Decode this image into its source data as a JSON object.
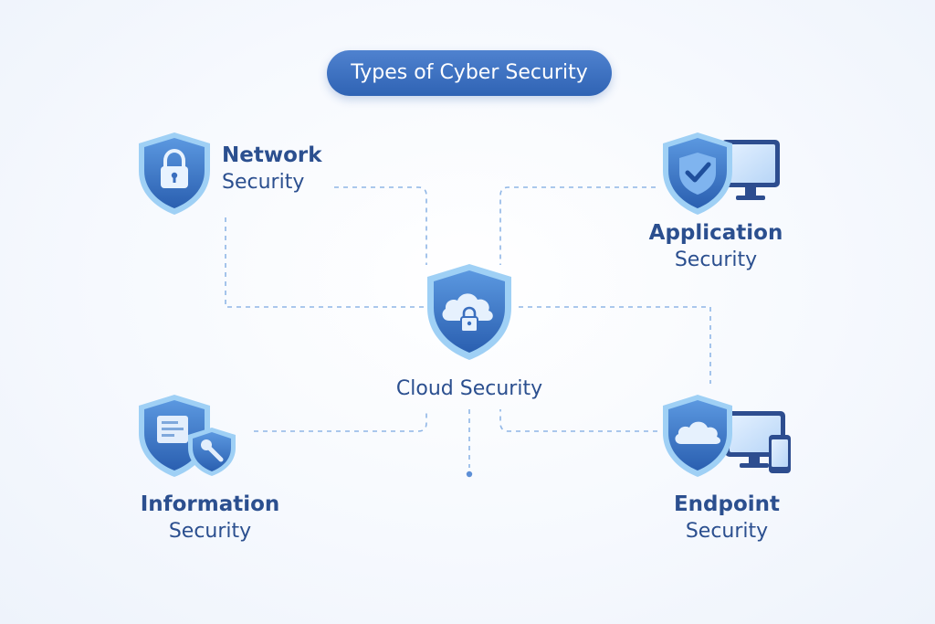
{
  "title": "Types of Cyber Security",
  "nodes": {
    "network": {
      "line1": "Network",
      "line2": "Security",
      "icon": "lock-shield-icon"
    },
    "application": {
      "line1": "Application",
      "line2": "Security",
      "icon": "check-shield-monitor-icon"
    },
    "cloud": {
      "label": "Cloud Security",
      "icon": "cloud-lock-shield-icon"
    },
    "information": {
      "line1": "Information",
      "line2": "Security",
      "icon": "document-shield-icon"
    },
    "endpoint": {
      "line1": "Endpoint",
      "line2": "Security",
      "icon": "cloud-shield-devices-icon"
    }
  },
  "colors": {
    "shield_dark": "#2f63b4",
    "shield_light": "#4f8ad8",
    "shield_rim": "#9fd0f5",
    "connector": "#8fb6e6",
    "text": "#2b4f8f"
  }
}
